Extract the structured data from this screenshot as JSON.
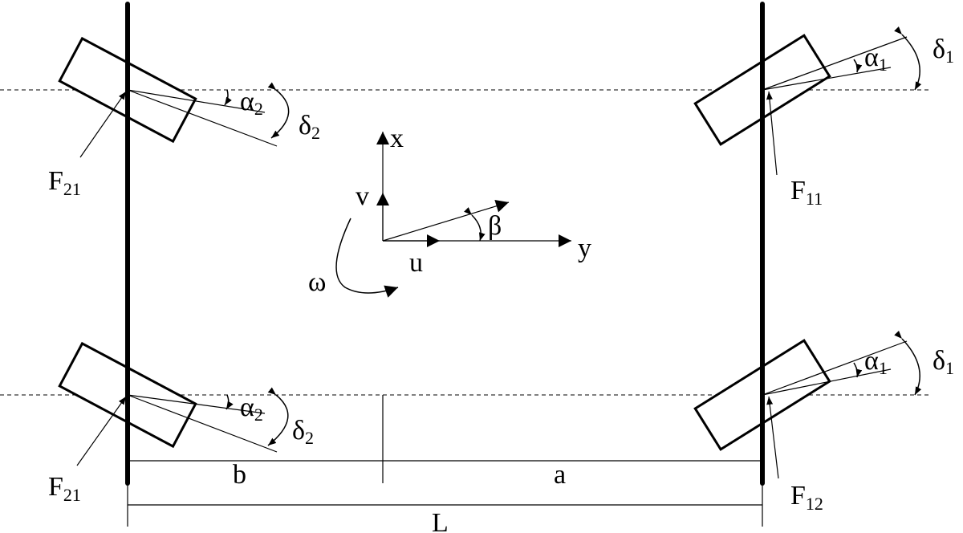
{
  "labels": {
    "force_front_upper": {
      "main": "F",
      "sub": "11"
    },
    "force_front_lower": {
      "main": "F",
      "sub": "12"
    },
    "force_rear_upper": {
      "main": "F",
      "sub": "21"
    },
    "force_rear_lower": {
      "main": "F",
      "sub": "21"
    },
    "slip_front_upper": {
      "main": "α",
      "sub": "1"
    },
    "steer_front_upper": {
      "main": "δ",
      "sub": "1"
    },
    "slip_front_lower": {
      "main": "α",
      "sub": "1"
    },
    "steer_front_lower": {
      "main": "δ",
      "sub": "1"
    },
    "slip_rear_upper": {
      "main": "α",
      "sub": "2"
    },
    "steer_rear_upper": {
      "main": "δ",
      "sub": "2"
    },
    "slip_rear_lower": {
      "main": "α",
      "sub": "2"
    },
    "steer_rear_lower": {
      "main": "δ",
      "sub": "2"
    },
    "axis_x": "x",
    "axis_y": "y",
    "velocity_v": "v",
    "velocity_u": "u",
    "yaw_rate": "ω",
    "sideslip": "β",
    "dim_b": "b",
    "dim_a": "a",
    "dim_L": "L"
  }
}
